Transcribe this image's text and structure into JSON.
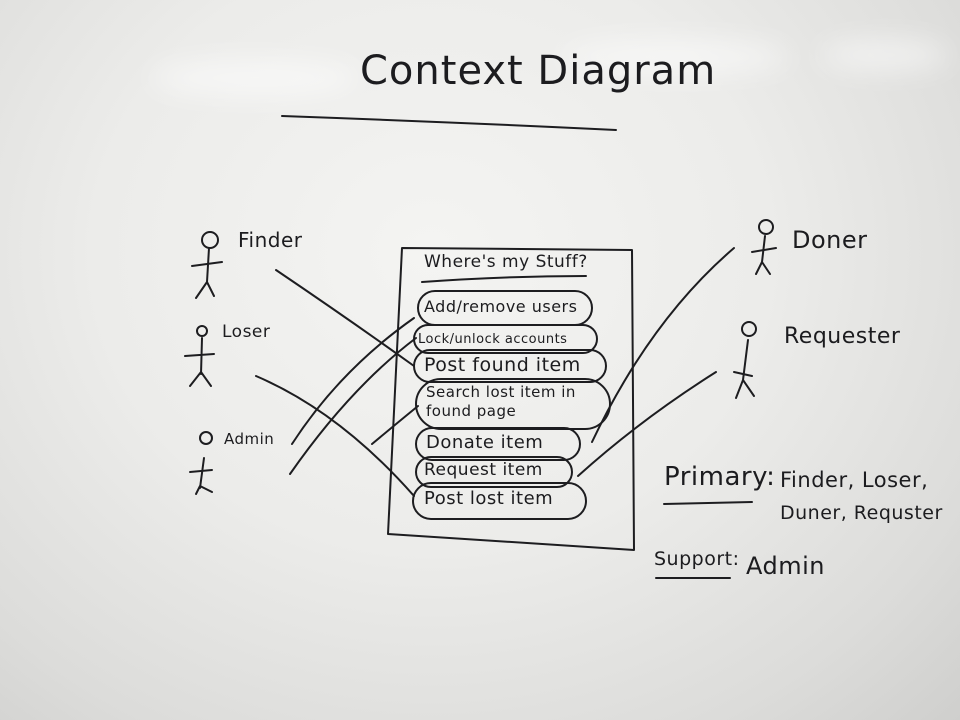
{
  "title": "Context Diagram",
  "system": {
    "name": "Where's my Stuff?",
    "use_cases": [
      "Add/remove users",
      "Lock/unlock accounts",
      "Post found item",
      "Search lost item in found page",
      "Donate item",
      "Request item",
      "Post lost item"
    ]
  },
  "actors": {
    "left": [
      "Finder",
      "Loser",
      "Admin"
    ],
    "right": [
      "Doner",
      "Requester"
    ]
  },
  "legend": {
    "primary_label": "Primary:",
    "primary_line1": "Finder, Loser,",
    "primary_line2": "Duner, Requster",
    "support_label": "Support:",
    "support_value": "Admin"
  }
}
